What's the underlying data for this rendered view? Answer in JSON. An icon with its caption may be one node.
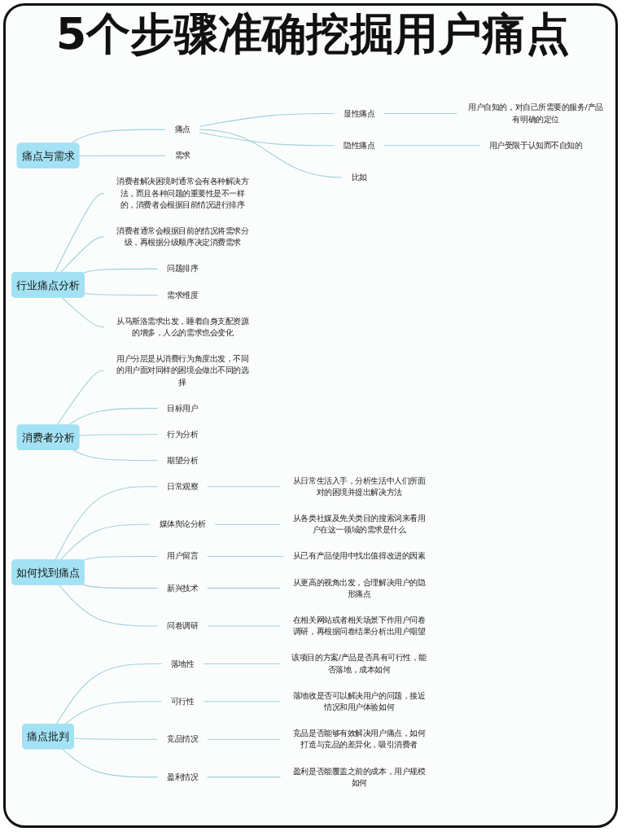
{
  "diagram": {
    "title": "5个步骤准确挖掘用户痛点",
    "nodes": [
      {
        "text": [
          "痛点与需求"
        ]
      },
      {
        "text": [
          "痛点"
        ]
      },
      {
        "text": [
          "显性痛点"
        ]
      },
      {
        "text": [
          "用户自知的，对自己所需要的服务/产品有明确的定位"
        ]
      },
      {
        "text": [
          "隐性痛点"
        ]
      },
      {
        "text": [
          "用户受限于认知而不自知的"
        ]
      },
      {
        "text": [
          "比如"
        ]
      },
      {
        "text": [
          "需求"
        ]
      },
      {
        "text": [
          "行业痛点分析"
        ]
      },
      {
        "text": [
          "消费者解决困境时通常会有各种解决方法，而且各种问题的重要性是不一样的，消费者会根据目前情况进行排序"
        ]
      },
      {
        "text": [
          "消费者通常会根据目前的情况将需求分级，再根据分级顺序决定消费需求"
        ]
      },
      {
        "text": [
          "问题排序"
        ]
      },
      {
        "text": [
          "需求维度"
        ]
      },
      {
        "text": [
          "从马斯洛需求出发，睡着自身支配资源的增多，人么的需求也会变化"
        ]
      },
      {
        "text": [
          "消费者分析"
        ]
      },
      {
        "text": [
          "用户分层是从消费行为角度出发，不同的用户面对同样的困境会做出不同的选择"
        ]
      },
      {
        "text": [
          "目标用户"
        ]
      },
      {
        "text": [
          "行为分析"
        ]
      },
      {
        "text": [
          "期望分析"
        ]
      },
      {
        "text": [
          "如何找到痛点"
        ]
      },
      {
        "text": [
          "日常观察"
        ]
      },
      {
        "text": [
          "从日常生活入手，分析生活中人们所面对的困境并提出解决方法"
        ]
      },
      {
        "text": [
          "媒体舆论分析"
        ]
      },
      {
        "text": [
          "从各类社媒及先关类目的搜索词来看用户在这一领域的需求是什么"
        ]
      },
      {
        "text": [
          "用户留言"
        ]
      },
      {
        "text": [
          "从已有产品使用中找出值得改进的因素"
        ]
      },
      {
        "text": [
          "新兴技术"
        ]
      },
      {
        "text": [
          "从更高的视角出发，合理解决用户的隐形痛点"
        ]
      },
      {
        "text": [
          "问卷调研"
        ]
      },
      {
        "text": [
          "在相关网站或者相关场景下作用户问卷调研，再根据问卷结果分析出用户期望"
        ]
      },
      {
        "text": [
          "痛点批判"
        ]
      },
      {
        "text": [
          "落地性"
        ]
      },
      {
        "text": [
          "该项目的方案/产品是否具有可行性，能否落地，成本如何"
        ]
      },
      {
        "text": [
          "可行性"
        ]
      },
      {
        "text": [
          "落地收是否可以解决用户的问题，接近情况和用户体验如何"
        ]
      },
      {
        "text": [
          "竞品情况"
        ]
      },
      {
        "text": [
          "竞品是否能够有效解决用户痛点，如何打造与竞品的差异化，吸引消费者"
        ]
      },
      {
        "text": [
          "盈利情况"
        ]
      },
      {
        "text": [
          "盈利是否能覆盖之前的成本，用户规模如何"
        ]
      }
    ],
    "edges": [
      {
        "from": 0,
        "to": 1,
        "arrow": "none"
      },
      {
        "from": 1,
        "to": 2,
        "arrow": "none"
      },
      {
        "from": 2,
        "to": 3,
        "arrow": "none"
      },
      {
        "from": 1,
        "to": 4,
        "arrow": "none"
      },
      {
        "from": 4,
        "to": 5,
        "arrow": "none"
      },
      {
        "from": 1,
        "to": 6,
        "arrow": "none"
      },
      {
        "from": 0,
        "to": 7,
        "arrow": "none"
      },
      {
        "from": 8,
        "to": 9,
        "arrow": "none"
      },
      {
        "from": 8,
        "to": 10,
        "arrow": "none"
      },
      {
        "from": 8,
        "to": 11,
        "arrow": "none"
      },
      {
        "from": 8,
        "to": 12,
        "arrow": "none"
      },
      {
        "from": 8,
        "to": 13,
        "arrow": "none"
      },
      {
        "from": 14,
        "to": 15,
        "arrow": "none"
      },
      {
        "from": 14,
        "to": 16,
        "arrow": "none"
      },
      {
        "from": 14,
        "to": 17,
        "arrow": "none"
      },
      {
        "from": 14,
        "to": 18,
        "arrow": "none"
      },
      {
        "from": 19,
        "to": 20,
        "arrow": "none"
      },
      {
        "from": 20,
        "to": 21,
        "arrow": "none"
      },
      {
        "from": 19,
        "to": 22,
        "arrow": "none"
      },
      {
        "from": 22,
        "to": 23,
        "arrow": "none"
      },
      {
        "from": 19,
        "to": 24,
        "arrow": "none"
      },
      {
        "from": 24,
        "to": 25,
        "arrow": "none"
      },
      {
        "from": 19,
        "to": 26,
        "arrow": "none"
      },
      {
        "from": 26,
        "to": 27,
        "arrow": "none"
      },
      {
        "from": 19,
        "to": 28,
        "arrow": "none"
      },
      {
        "from": 28,
        "to": 29,
        "arrow": "none"
      },
      {
        "from": 30,
        "to": 31,
        "arrow": "none"
      },
      {
        "from": 31,
        "to": 32,
        "arrow": "none"
      },
      {
        "from": 30,
        "to": 33,
        "arrow": "none"
      },
      {
        "from": 33,
        "to": 34,
        "arrow": "none"
      },
      {
        "from": 30,
        "to": 35,
        "arrow": "none"
      },
      {
        "from": 35,
        "to": 36,
        "arrow": "none"
      },
      {
        "from": 30,
        "to": 37,
        "arrow": "none"
      },
      {
        "from": 37,
        "to": 38,
        "arrow": "none"
      }
    ]
  }
}
